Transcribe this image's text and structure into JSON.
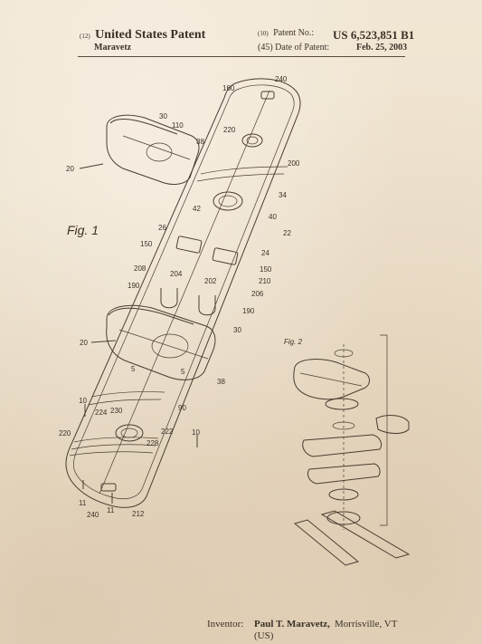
{
  "header": {
    "left_code": "(12)",
    "left_title": "United States Patent",
    "inventor_short": "Maravetz",
    "patent_no_code": "(10)",
    "patent_no_label": "Patent No.:",
    "patent_no_value": "US 6,523,851 B1",
    "date_code": "(45)",
    "date_label": "Date of Patent:",
    "date_value": "Feb. 25, 2003"
  },
  "figures": {
    "fig1_label": "Fig. 1",
    "fig2_label": "Fig. 2"
  },
  "reference_numerals": {
    "r240_top": "240",
    "r160": "160",
    "r30_top": "30",
    "r110": "110",
    "r220_top": "220",
    "r38_top": "38",
    "r200": "200",
    "r20_top": "20",
    "r34": "34",
    "r42": "42",
    "r40": "40",
    "r26": "26",
    "r22": "22",
    "r150_left": "150",
    "r24": "24",
    "r150_right": "150",
    "r208": "208",
    "r204": "204",
    "r202": "202",
    "r210": "210",
    "r190_left": "190",
    "r206": "206",
    "r190_right": "190",
    "r20_mid": "20",
    "r30_mid": "30",
    "r5_left": "5",
    "r5_right": "5",
    "r38_mid": "38",
    "r90": "90",
    "r10_left": "10",
    "r224": "224",
    "r230": "230",
    "r220_bottom": "220",
    "r222": "222",
    "r228": "228",
    "r10_right": "10",
    "r11_left": "11",
    "r11_right": "11",
    "r240_bottom": "240",
    "r212": "212"
  },
  "footer": {
    "inventor_label": "Inventor:",
    "inventor_name": "Paul T. Maravetz,",
    "inventor_place": "Morrisville, VT",
    "inventor_country": "(US)"
  },
  "colors": {
    "paper": "#efe3cf",
    "ink": "#4a3d31"
  }
}
